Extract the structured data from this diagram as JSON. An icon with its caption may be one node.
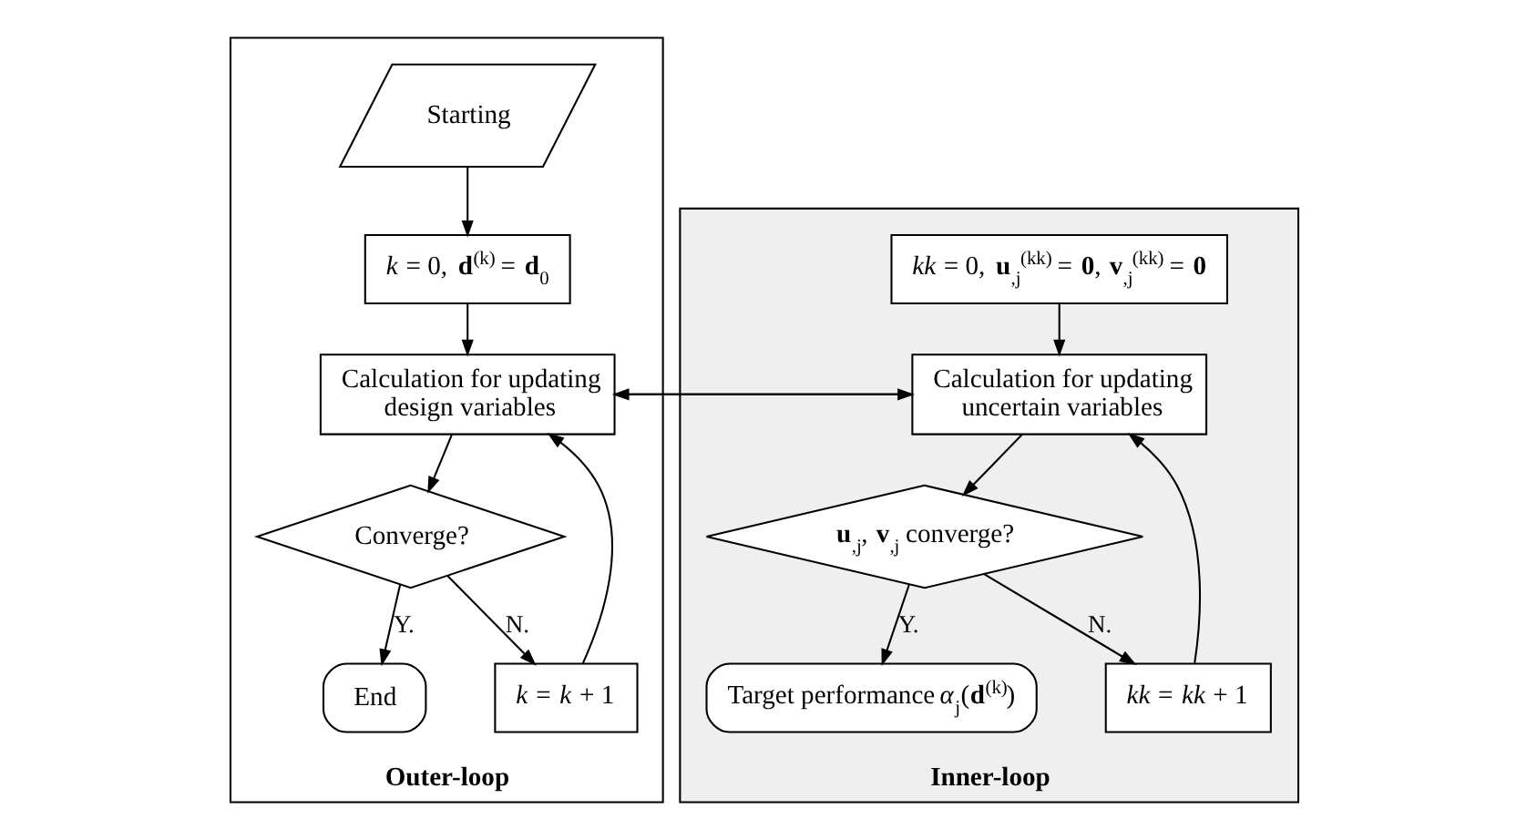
{
  "diagram": {
    "nodes": [
      {
        "text": [
          "Outer-loop"
        ]
      },
      {
        "text": [
          "Starting"
        ],
        "in": 0
      },
      {
        "text": [
          "*k* = 0, **d**$^{(k)}$ = **d**$_{0}$"
        ],
        "in": 0
      },
      {
        "text": [
          "Calculation for updating design variables"
        ],
        "in": 0
      },
      {
        "text": [
          "*k* = *k* + 1"
        ],
        "in": 0
      },
      {
        "text": [
          "Converge?"
        ],
        "in": 0
      },
      {
        "text": [
          "End"
        ],
        "in": 0
      },
      {
        "text": [
          "Inner-loop"
        ]
      },
      {
        "text": [
          "*kk* = 0, **u**$_{,j}$$^{(kk)}$ = **0**, **v**$_{,j}$$^{(kk)}$ = **0**"
        ],
        "in": 7
      },
      {
        "text": [
          "Calculation for updating uncertain variables"
        ],
        "in": 7
      },
      {
        "text": [
          "*kk* = *kk* + 1"
        ],
        "in": 7
      },
      {
        "text": [
          "**u**$_{,j}$, **v**$_{,j}$ converge?"
        ],
        "in": 7
      },
      {
        "text": [
          "Target performance *α*$_{j}$(**d**$^{(k)}$)"
        ],
        "in": 7
      }
    ],
    "edges": [
      {
        "from": 1,
        "to": 2,
        "arrow": "to"
      },
      {
        "from": 2,
        "to": 3,
        "arrow": "to"
      },
      {
        "from": 3,
        "to": 5,
        "arrow": "to"
      },
      {
        "from": 5,
        "to": 6,
        "arrow": "to",
        "label": "Y."
      },
      {
        "from": 5,
        "to": 4,
        "arrow": "to",
        "label": "N."
      },
      {
        "from": 4,
        "to": 3,
        "arrow": "to"
      },
      {
        "from": 3,
        "to": 9,
        "arrow": "to"
      },
      {
        "from": 9,
        "to": 3,
        "arrow": "to"
      },
      {
        "from": 8,
        "to": 9,
        "arrow": "to"
      },
      {
        "from": 9,
        "to": 11,
        "arrow": "to"
      },
      {
        "from": 11,
        "to": 10,
        "arrow": "to",
        "label": "N."
      },
      {
        "from": 10,
        "to": 9,
        "arrow": "to"
      },
      {
        "from": 11,
        "to": 12,
        "arrow": "to",
        "label": "Y."
      }
    ]
  }
}
